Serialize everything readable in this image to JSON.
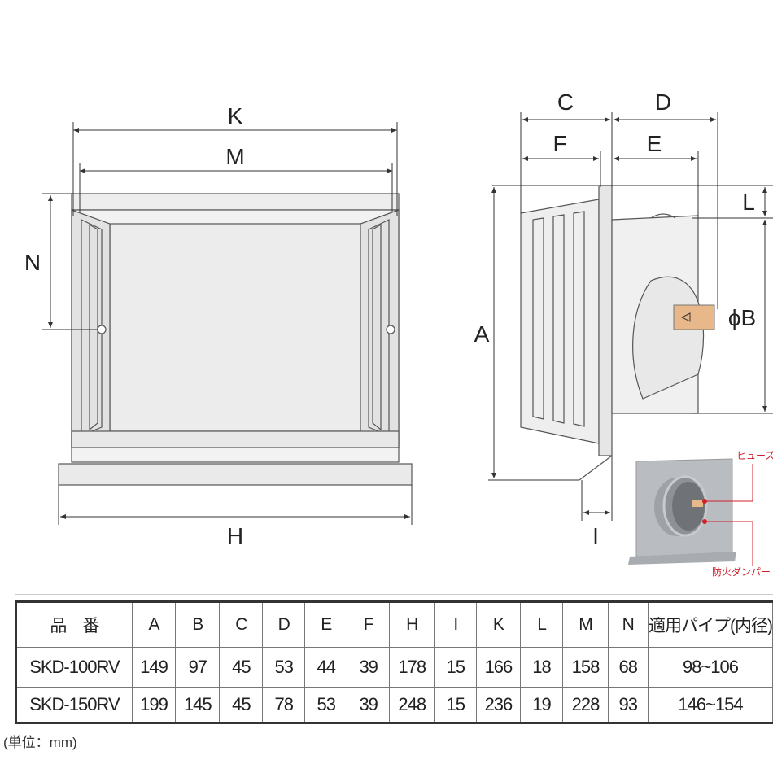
{
  "dimensions": {
    "K": "K",
    "M": "M",
    "N": "N",
    "H": "H",
    "C": "C",
    "D": "D",
    "F": "F",
    "E": "E",
    "L": "L",
    "A": "A",
    "phiB": "ϕB",
    "I": "I"
  },
  "photo_labels": {
    "fuse": "ヒューズ",
    "fire_damper": "防火ダンパー"
  },
  "colors": {
    "callout": "#d0202a",
    "fuse_tag": "#e8b88a"
  },
  "table": {
    "headers": [
      "品　番",
      "A",
      "B",
      "C",
      "D",
      "E",
      "F",
      "H",
      "I",
      "K",
      "L",
      "M",
      "N",
      "適用パイプ(内径)"
    ],
    "rows": [
      [
        "SKD-100RV",
        "149",
        "97",
        "45",
        "53",
        "44",
        "39",
        "178",
        "15",
        "166",
        "18",
        "158",
        "68",
        "98~106"
      ],
      [
        "SKD-150RV",
        "199",
        "145",
        "45",
        "78",
        "53",
        "39",
        "248",
        "15",
        "236",
        "19",
        "228",
        "93",
        "146~154"
      ]
    ]
  },
  "unit_note": "(単位：mm)"
}
